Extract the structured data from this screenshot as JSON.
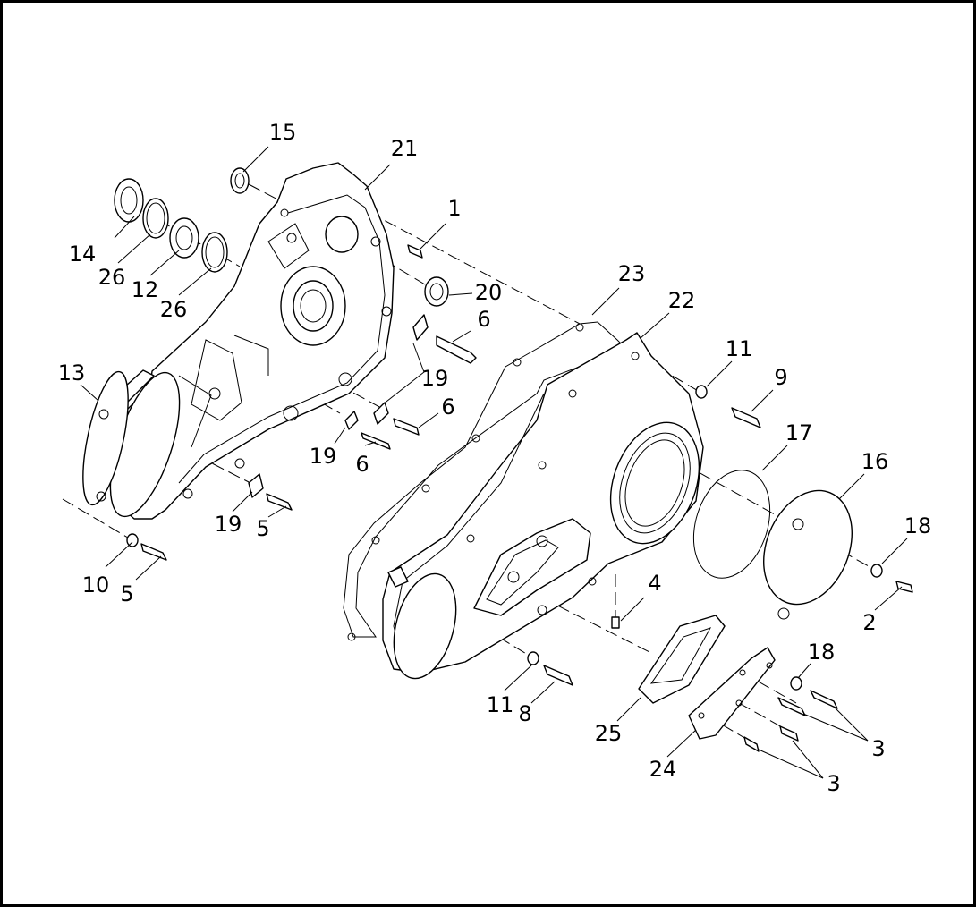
{
  "callouts": {
    "c1": "1",
    "c2": "2",
    "c3a": "3",
    "c3b": "3",
    "c4": "4",
    "c5a": "5",
    "c5b": "5",
    "c6a": "6",
    "c6b": "6",
    "c6c": "6",
    "c8": "8",
    "c9": "9",
    "c10": "10",
    "c11a": "11",
    "c11b": "11",
    "c12": "12",
    "c13": "13",
    "c14": "14",
    "c15": "15",
    "c16": "16",
    "c17": "17",
    "c18a": "18",
    "c18b": "18",
    "c19a": "19",
    "c19b": "19",
    "c19c": "19",
    "c20": "20",
    "c21": "21",
    "c22": "22",
    "c23": "23",
    "c24": "24",
    "c25": "25",
    "c26a": "26",
    "c26b": "26"
  }
}
